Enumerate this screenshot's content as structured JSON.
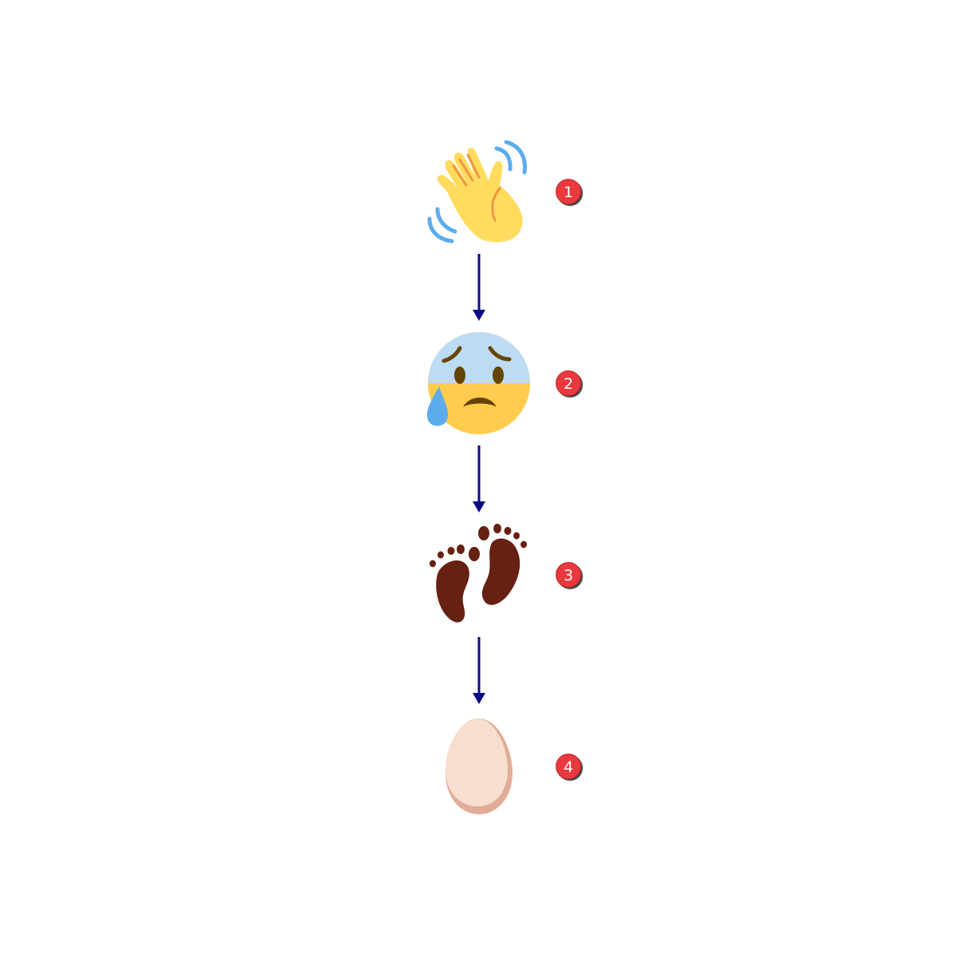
{
  "diagram": {
    "type": "vertical-flow",
    "steps": [
      {
        "number": "1",
        "icon": "waving-hand-icon"
      },
      {
        "number": "2",
        "icon": "anxious-face-with-sweat-icon"
      },
      {
        "number": "3",
        "icon": "footprints-icon"
      },
      {
        "number": "4",
        "icon": "egg-icon"
      }
    ],
    "colors": {
      "arrow": "#0a0a8c",
      "badge": "#e8393f",
      "badge_text": "#ffffff"
    }
  }
}
